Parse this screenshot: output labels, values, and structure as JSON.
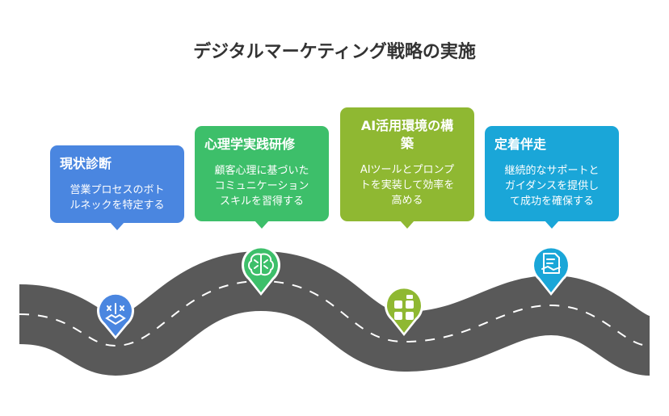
{
  "title": "デジタルマーケティング戦略の実施",
  "colors": {
    "road": "#595959",
    "step1": "#4a86e0",
    "step2": "#3dbf6a",
    "step3": "#8fb832",
    "step4": "#1aa6d8"
  },
  "steps": [
    {
      "title": "現状診断",
      "line1": "営業プロセスのボト",
      "line2": "ルネックを特定する",
      "icon": "puzzle-inspect-icon"
    },
    {
      "title": "心理学実践研修",
      "line1": "顧客心理に基づいた",
      "line2": "コミュニケーション",
      "line3": "スキルを習得する",
      "icon": "brain-icon"
    },
    {
      "title1": "AI活用環境の構",
      "title2": "築",
      "line1": "AIツールとプロンプ",
      "line2": "トを実装して効率を",
      "line3": "高める",
      "icon": "robot-grid-icon"
    },
    {
      "title": "定着伴走",
      "line1": "継続的なサポートと",
      "line2": "ガイダンスを提供し",
      "line3": "て成功を確保する",
      "icon": "document-handshake-icon"
    }
  ]
}
